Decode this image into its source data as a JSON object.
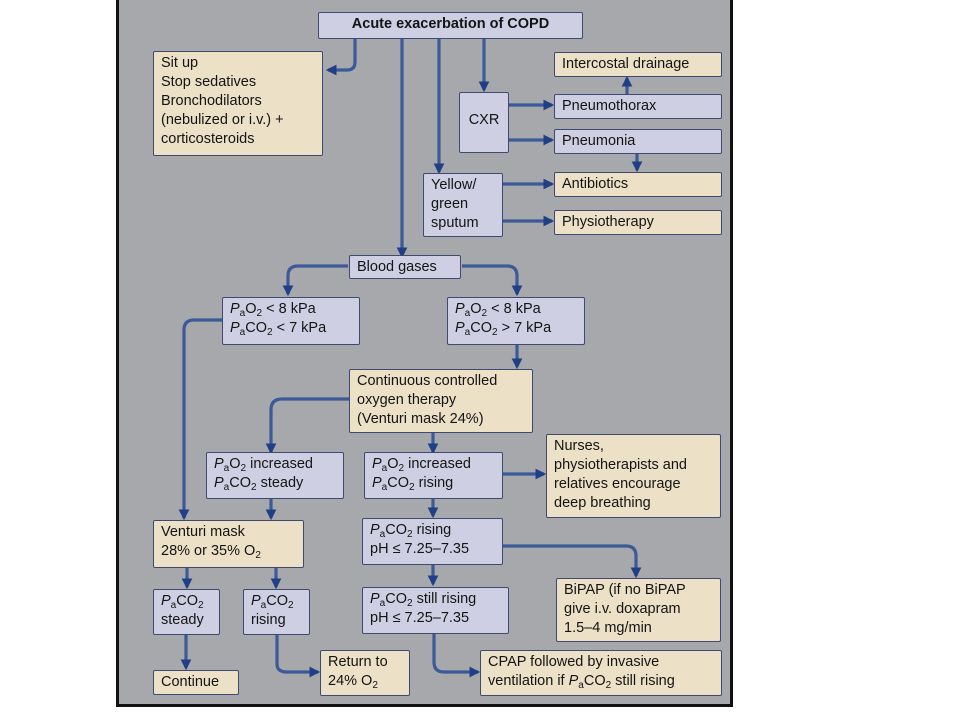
{
  "colors": {
    "panel": "#a7a8ab",
    "tan_box": "#ece0c6",
    "lavender_box": "#cfcfe4",
    "arrow": "#3b5a97"
  },
  "nodes": {
    "title": "Acute exacerbation of COPD",
    "initial": [
      "Sit up",
      "Stop sedatives",
      "Bronchodilators",
      "(nebulized or i.v.) +",
      "corticosteroids"
    ],
    "intercostal": "Intercostal drainage",
    "cxr": "CXR",
    "pneumothorax": "Pneumothorax",
    "pneumonia": "Pneumonia",
    "sputum": [
      "Yellow/",
      "green",
      "sputum"
    ],
    "antibiotics": "Antibiotics",
    "physiotherapy": "Physiotherapy",
    "blood_gases": "Blood gases",
    "left_gas": {
      "p": "P",
      "a": "a",
      "o2": "O",
      "two": "2",
      "l1_rest": " < 8 kPa",
      "co2": "CO",
      "l2_rest": " < 7 kPa"
    },
    "right_gas": {
      "p": "P",
      "a": "a",
      "o2": "O",
      "two": "2",
      "l1_rest": " < 8 kPa",
      "co2": "CO",
      "l2_rest": " > 7 kPa"
    },
    "oxygen": [
      "Continuous controlled",
      "oxygen therapy",
      "(Venturi mask 24%)"
    ],
    "o2_steady": {
      "p": "P",
      "a": "a",
      "o2": "O",
      "two": "2",
      "l1_rest": " increased",
      "co2": "CO",
      "l2_rest": " steady"
    },
    "o2_rising": {
      "p": "P",
      "a": "a",
      "o2": "O",
      "two": "2",
      "l1_rest": " increased",
      "co2": "CO",
      "l2_rest": " rising"
    },
    "nurses": [
      "Nurses,",
      "physiotherapists and",
      "relatives encourage",
      "deep breathing"
    ],
    "venturi": {
      "l1": "Venturi mask",
      "l2": "28% or 35% O",
      "two": "2"
    },
    "co2_rising_ph": {
      "p": "P",
      "a": "a",
      "co": "CO",
      "two": "2",
      "l1_rest": " rising",
      "l2": "pH ≤ 7.25–7.35"
    },
    "bipap": [
      "BiPAP (if no BiPAP",
      "give i.v. doxapram",
      "1.5–4 mg/min"
    ],
    "co2_steady": {
      "p": "P",
      "a": "a",
      "co": "CO",
      "two": "2",
      "l2": "steady"
    },
    "co2_rising": {
      "p": "P",
      "a": "a",
      "co": "CO",
      "two": "2",
      "l2": "rising"
    },
    "still_rising": {
      "p": "P",
      "a": "a",
      "co": "CO",
      "two": "2",
      "l1_rest": " still rising",
      "l2": "pH ≤ 7.25–7.35"
    },
    "continue": "Continue",
    "return": {
      "l1": "Return to",
      "l2": "24% O",
      "two": "2"
    },
    "cpap": {
      "l1": "CPAP followed by invasive",
      "l2_pre": "ventilation if ",
      "p": "P",
      "a": "a",
      "co": "CO",
      "two": "2",
      "l2_rest": " still rising"
    }
  }
}
